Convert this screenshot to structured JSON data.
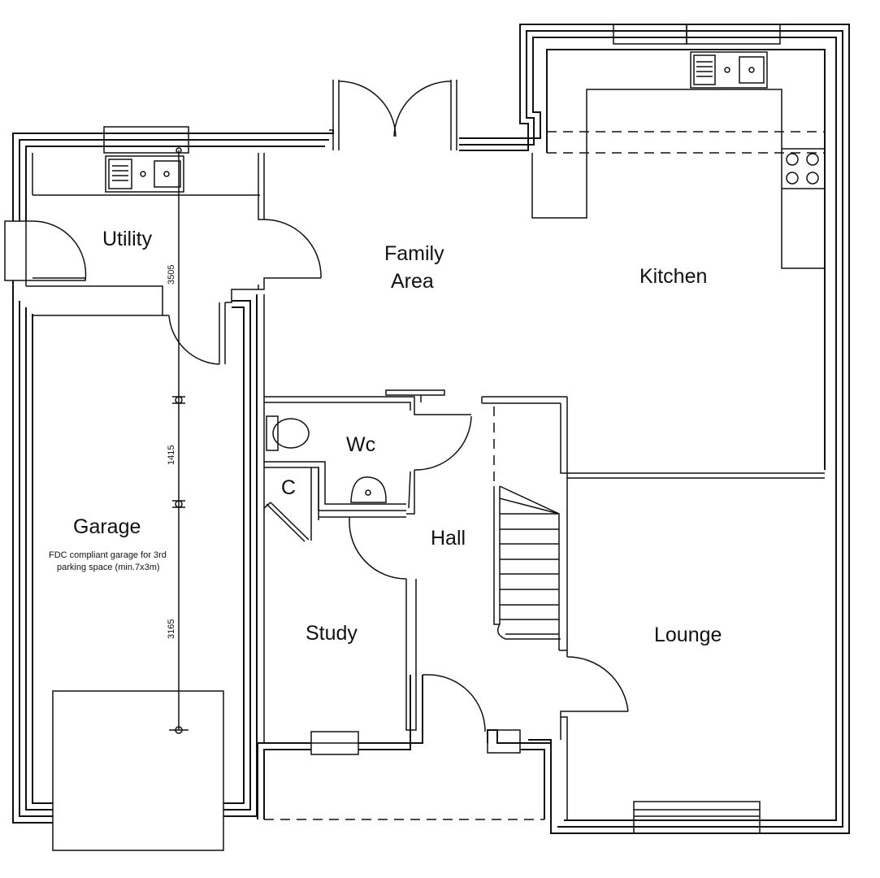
{
  "rooms": {
    "utility": "Utility",
    "family_line1": "Family",
    "family_line2": "Area",
    "kitchen": "Kitchen",
    "wc": "Wc",
    "cupboard": "C",
    "hall": "Hall",
    "garage": "Garage",
    "study": "Study",
    "lounge": "Lounge"
  },
  "garage_note": {
    "line1": "FDC compliant garage for 3rd",
    "line2": "parking space (min.7x3m)"
  },
  "dimensions": {
    "d1": "3505",
    "d2": "1415",
    "d3": "3165"
  }
}
